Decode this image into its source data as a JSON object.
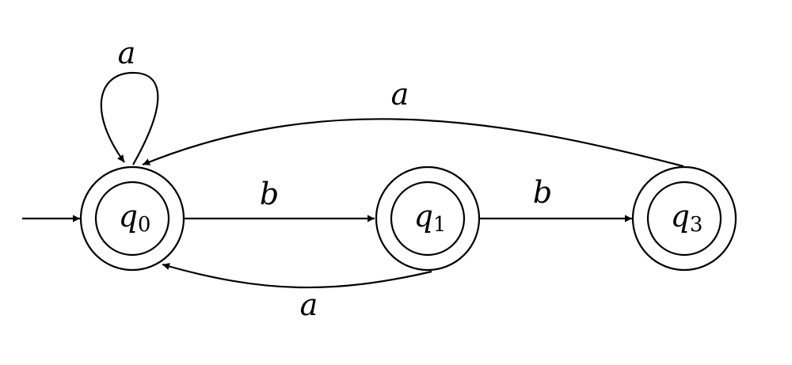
{
  "states": [
    {
      "id": "q0",
      "name": "q",
      "index": "0",
      "accepting": true,
      "initial": true
    },
    {
      "id": "q1",
      "name": "q",
      "index": "1",
      "accepting": true,
      "initial": false
    },
    {
      "id": "q3",
      "name": "q",
      "index": "3",
      "accepting": true,
      "initial": false
    }
  ],
  "transitions": [
    {
      "id": "q0-q0",
      "from": "q0",
      "to": "q0",
      "symbol": "a"
    },
    {
      "id": "q0-q1",
      "from": "q0",
      "to": "q1",
      "symbol": "b"
    },
    {
      "id": "q1-q0",
      "from": "q1",
      "to": "q0",
      "symbol": "a"
    },
    {
      "id": "q1-q3",
      "from": "q1",
      "to": "q3",
      "symbol": "b"
    },
    {
      "id": "q3-q0",
      "from": "q3",
      "to": "q0",
      "symbol": "a"
    }
  ]
}
